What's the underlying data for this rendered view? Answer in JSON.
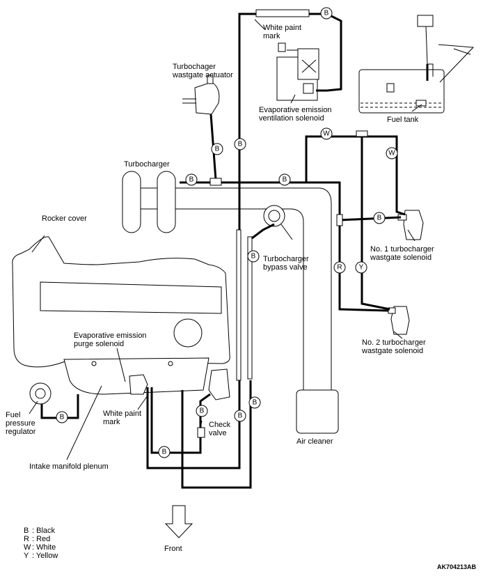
{
  "labels": {
    "white_paint_mark_top": [
      "White paint",
      "mark"
    ],
    "wastegate_actuator": [
      "Turbochager",
      "wastgate actuator"
    ],
    "evap_vent_solenoid": [
      "Evaporative emission",
      "ventilation solenoid"
    ],
    "fuel_tank": "Fuel tank",
    "turbocharger": "Turbocharger",
    "rocker_cover": "Rocker cover",
    "bypass_valve": [
      "Turbocharger",
      "bypass valve"
    ],
    "no1_solenoid": [
      "No. 1 turbocharger",
      "wastgate solenoid"
    ],
    "no2_solenoid": [
      "No. 2 turbocharger",
      "wastgate solenoid"
    ],
    "purge_solenoid": [
      "Evaporative emission",
      "purge solenoid"
    ],
    "fuel_pressure_regulator": [
      "Fuel",
      "pressure",
      "regulator"
    ],
    "white_paint_mark_bottom": [
      "White paint",
      "mark"
    ],
    "check_valve": [
      "Check",
      "valve"
    ],
    "air_cleaner": "Air cleaner",
    "intake_manifold_plenum": "Intake manifold plenum",
    "front": "Front"
  },
  "hose_tags": {
    "black": "B",
    "red": "R",
    "white": "W",
    "yellow": "Y"
  },
  "legend": [
    {
      "key": "B",
      "value": ": Black"
    },
    {
      "key": "R",
      "value": ": Red"
    },
    {
      "key": "W",
      "value": ": White"
    },
    {
      "key": "Y",
      "value": ": Yellow"
    }
  ],
  "reference_code": "AK704213AB"
}
